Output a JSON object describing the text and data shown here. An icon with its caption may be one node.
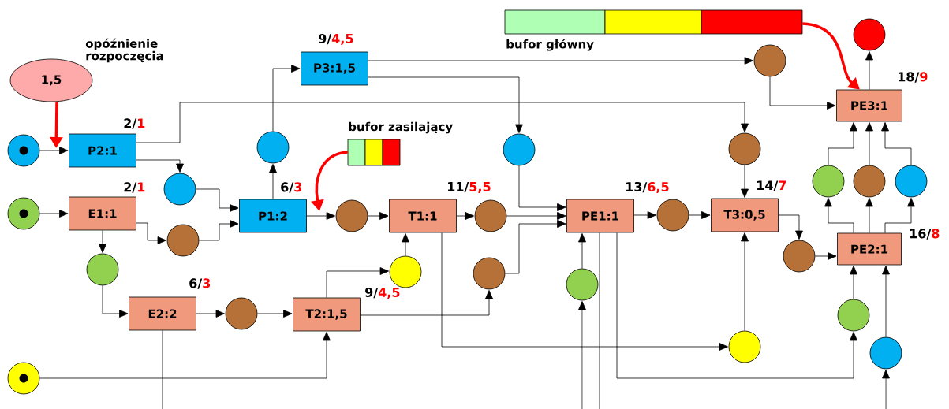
{
  "diagram": {
    "nodes": [
      {
        "text": [
          "1,5"
        ],
        "beside": [
          "opóźnienie rozpoczęcia"
        ]
      },
      {
        "text": [],
        "shape": "bar",
        "beside": [
          "bufor główny"
        ]
      },
      {
        "text": [],
        "shape": "bar",
        "beside": [
          "bufor zasilający"
        ]
      },
      {
        "text": [
          "P2:1"
        ],
        "beside": [
          "2/",
          "1"
        ]
      },
      {
        "text": [
          "P3:1,5"
        ],
        "beside": [
          "9/",
          "4,5"
        ]
      },
      {
        "text": [
          "E1:1"
        ],
        "beside": [
          "2/",
          "1"
        ]
      },
      {
        "text": [
          "P1:2"
        ],
        "beside": [
          "6/",
          "3"
        ]
      },
      {
        "text": [
          "T1:1"
        ],
        "beside": [
          "11/",
          "5,5"
        ]
      },
      {
        "text": [
          "PE1:1"
        ],
        "beside": [
          "13/",
          "6,5"
        ]
      },
      {
        "text": [
          "T3:0,5"
        ],
        "beside": [
          "14/",
          "7"
        ]
      },
      {
        "text": [
          "E2:2"
        ],
        "beside": [
          "6/",
          "3"
        ]
      },
      {
        "text": [
          "T2:1,5"
        ],
        "beside": [
          "9/",
          "4,5"
        ]
      },
      {
        "text": [
          "PE3:1"
        ],
        "beside": [
          "18/",
          "9"
        ]
      },
      {
        "text": [
          "PE2:1"
        ],
        "beside": [
          "16/",
          "8"
        ]
      },
      {
        "text": [],
        "shape": "circle"
      },
      {
        "text": [],
        "shape": "circle"
      },
      {
        "text": [],
        "shape": "circle"
      },
      {
        "text": [],
        "shape": "circle"
      },
      {
        "text": [],
        "shape": "circle"
      },
      {
        "text": [],
        "shape": "circle"
      },
      {
        "text": [],
        "shape": "circle"
      },
      {
        "text": [],
        "shape": "circle"
      },
      {
        "text": [],
        "shape": "circle"
      },
      {
        "text": [],
        "shape": "circle"
      },
      {
        "text": [],
        "shape": "circle"
      },
      {
        "text": [],
        "shape": "circle"
      },
      {
        "text": [],
        "shape": "circle"
      },
      {
        "text": [],
        "shape": "circle"
      },
      {
        "text": [],
        "shape": "circle"
      },
      {
        "text": [],
        "shape": "circle"
      },
      {
        "text": [],
        "shape": "circle"
      },
      {
        "text": [],
        "shape": "circle"
      },
      {
        "text": [],
        "shape": "circle"
      },
      {
        "text": [],
        "shape": "circle"
      },
      {
        "text": [],
        "shape": "circle"
      },
      {
        "text": [],
        "shape": "circle"
      },
      {
        "text": [],
        "shape": "circle"
      },
      {
        "text": [],
        "shape": "circle"
      },
      {
        "text": [],
        "shape": "circle"
      }
    ],
    "edges": [
      {
        "from": 0,
        "to": 3,
        "arrow": "to",
        "style": "thick",
        "color": "#ff0000"
      },
      {
        "from": 1,
        "to": 12,
        "arrow": "to",
        "style": "thick",
        "color": "#ff0000"
      },
      {
        "from": 2,
        "to": 6,
        "arrow": "to",
        "style": "thick",
        "color": "#ff0000"
      },
      {
        "from": 14,
        "to": 3,
        "arrow": "to"
      },
      {
        "from": 15,
        "to": 5,
        "arrow": "to"
      },
      {
        "from": 16,
        "to": 11,
        "arrow": "to"
      },
      {
        "from": 3,
        "to": 17,
        "arrow": "to"
      },
      {
        "from": 3,
        "to": 28,
        "arrow": "to"
      },
      {
        "from": 17,
        "to": 6,
        "arrow": "to"
      },
      {
        "from": 5,
        "to": 18,
        "arrow": "to"
      },
      {
        "from": 5,
        "to": 19,
        "arrow": "to"
      },
      {
        "from": 18,
        "to": 6,
        "arrow": "to"
      },
      {
        "from": 19,
        "to": 10,
        "arrow": "to"
      },
      {
        "from": 6,
        "to": 20,
        "arrow": "to"
      },
      {
        "from": 20,
        "to": 4,
        "arrow": "to"
      },
      {
        "from": 6,
        "to": 21,
        "arrow": "to"
      },
      {
        "from": 21,
        "to": 7,
        "arrow": "to"
      },
      {
        "from": 10,
        "to": 22,
        "arrow": "to"
      },
      {
        "from": 22,
        "to": 11,
        "arrow": "to"
      },
      {
        "from": 11,
        "to": 23,
        "arrow": "to"
      },
      {
        "from": 23,
        "to": 7,
        "arrow": "to"
      },
      {
        "from": 11,
        "to": 25,
        "arrow": "to"
      },
      {
        "from": 7,
        "to": 24,
        "arrow": "to"
      },
      {
        "from": 7,
        "to": 31,
        "arrow": "to"
      },
      {
        "from": 24,
        "to": 8,
        "arrow": "to"
      },
      {
        "from": 25,
        "to": 8,
        "arrow": "to"
      },
      {
        "from": 4,
        "to": 26,
        "arrow": "to"
      },
      {
        "from": 26,
        "to": 8,
        "arrow": "to"
      },
      {
        "from": 4,
        "to": 27,
        "arrow": "to"
      },
      {
        "from": 29,
        "to": 8,
        "arrow": "to"
      },
      {
        "from": null,
        "to": 29,
        "arrow": "to"
      },
      {
        "from": 8,
        "to": null,
        "arrow": "none"
      },
      {
        "from": 8,
        "to": 36,
        "arrow": "to"
      },
      {
        "from": 8,
        "to": 30,
        "arrow": "to"
      },
      {
        "from": 30,
        "to": 9,
        "arrow": "to"
      },
      {
        "from": 28,
        "to": 9,
        "arrow": "to"
      },
      {
        "from": 31,
        "to": 9,
        "arrow": "to"
      },
      {
        "from": 9,
        "to": 32,
        "arrow": "to"
      },
      {
        "from": 32,
        "to": 13,
        "arrow": "to"
      },
      {
        "from": 13,
        "to": 33,
        "arrow": "to"
      },
      {
        "from": 13,
        "to": 34,
        "arrow": "to"
      },
      {
        "from": 13,
        "to": 35,
        "arrow": "to"
      },
      {
        "from": 33,
        "to": 12,
        "arrow": "to"
      },
      {
        "from": 34,
        "to": 12,
        "arrow": "to"
      },
      {
        "from": 35,
        "to": 12,
        "arrow": "to"
      },
      {
        "from": 27,
        "to": 12,
        "arrow": "to"
      },
      {
        "from": 12,
        "to": 38,
        "arrow": "to"
      },
      {
        "from": 36,
        "to": 13,
        "arrow": "to"
      },
      {
        "from": 37,
        "to": 13,
        "arrow": "to"
      },
      {
        "from": null,
        "to": 37,
        "arrow": "to"
      },
      {
        "from": 10,
        "to": null,
        "arrow": "none"
      }
    ]
  }
}
